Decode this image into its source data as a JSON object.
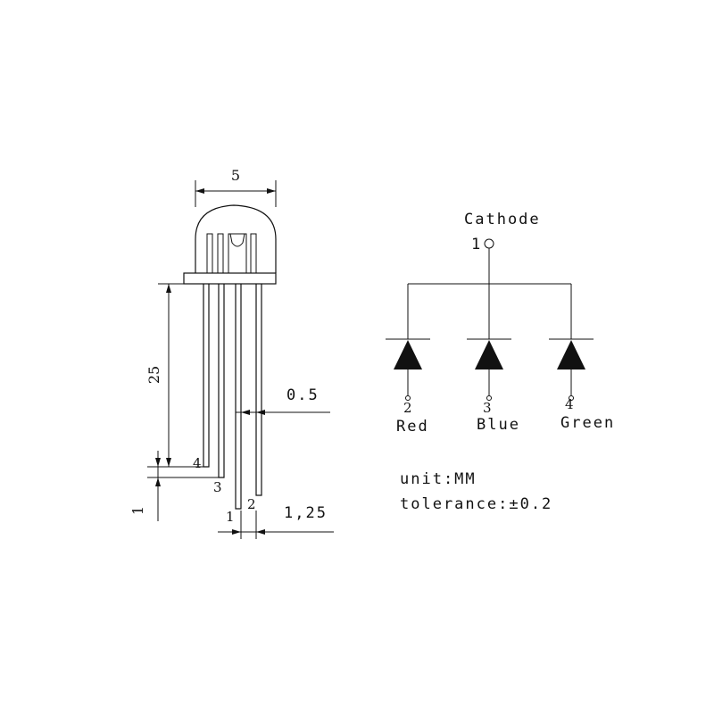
{
  "dimensions": {
    "body_width": "5",
    "lead_length": "25",
    "lead_width": "0.5",
    "lead_pitch": "1,25",
    "lead_step": "1"
  },
  "pins": {
    "left_view": [
      "4",
      "3",
      "1",
      "2"
    ]
  },
  "schematic": {
    "common_label": "Cathode",
    "common_pin": "1",
    "diodes": [
      {
        "pin": "2",
        "color": "Red"
      },
      {
        "pin": "3",
        "color": "Blue"
      },
      {
        "pin": "4",
        "color": "Green"
      }
    ]
  },
  "notes": {
    "unit": "unit:MM",
    "tolerance": "tolerance:±0.2"
  }
}
